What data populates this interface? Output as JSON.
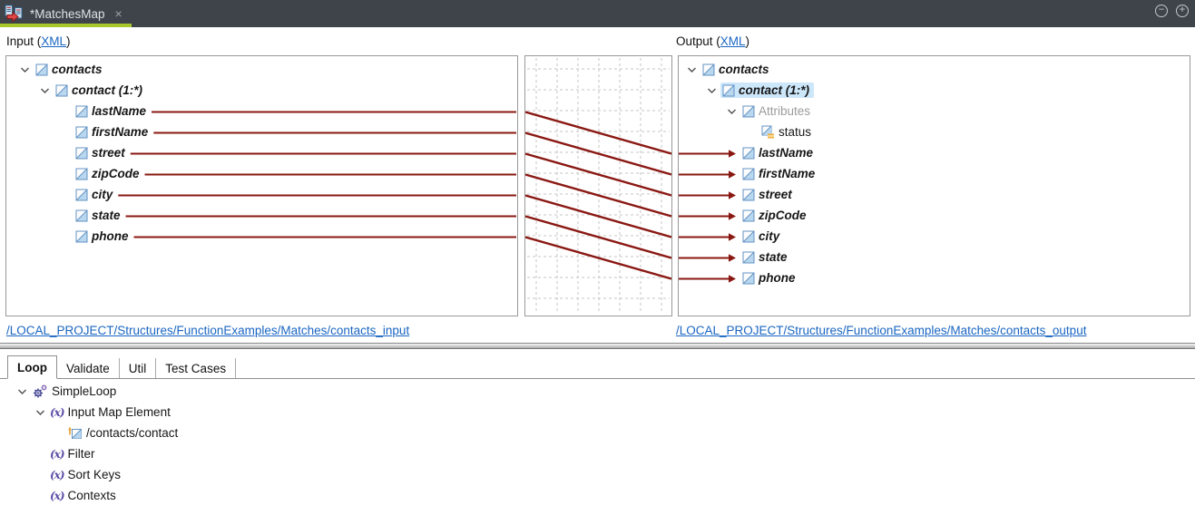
{
  "tab_bar": {
    "title": "*MatchesMap",
    "close_label": "×",
    "collapse_icon": "−",
    "expand_icon": "+"
  },
  "header": {
    "input_prefix": "Input (",
    "input_link": "XML",
    "input_suffix": ")",
    "output_prefix": "Output (",
    "output_link": "XML",
    "output_suffix": ")"
  },
  "input_tree": [
    {
      "label": "contacts",
      "level": 0,
      "type": "element",
      "expanded": true,
      "bold": true
    },
    {
      "label": "contact (1:*)",
      "level": 1,
      "type": "element",
      "expanded": true,
      "bold": true
    },
    {
      "label": "lastName",
      "level": 2,
      "type": "element",
      "bold": true,
      "field": "lastName"
    },
    {
      "label": "firstName",
      "level": 2,
      "type": "element",
      "bold": true,
      "field": "firstName"
    },
    {
      "label": "street",
      "level": 2,
      "type": "element",
      "bold": true,
      "field": "street"
    },
    {
      "label": "zipCode",
      "level": 2,
      "type": "element",
      "bold": true,
      "field": "zipCode"
    },
    {
      "label": "city",
      "level": 2,
      "type": "element",
      "bold": true,
      "field": "city"
    },
    {
      "label": "state",
      "level": 2,
      "type": "element",
      "bold": true,
      "field": "state"
    },
    {
      "label": "phone",
      "level": 2,
      "type": "element",
      "bold": true,
      "field": "phone"
    }
  ],
  "output_tree": [
    {
      "label": "contacts",
      "level": 0,
      "type": "element",
      "expanded": true,
      "bold": true
    },
    {
      "label": "contact (1:*)",
      "level": 1,
      "type": "element",
      "expanded": true,
      "bold": true,
      "selected": true
    },
    {
      "label": "Attributes",
      "level": 2,
      "type": "element",
      "expanded": true,
      "gray": true
    },
    {
      "label": "status",
      "level": 3,
      "type": "attribute"
    },
    {
      "label": "lastName",
      "level": 2,
      "type": "element",
      "bold": true,
      "field": "lastName"
    },
    {
      "label": "firstName",
      "level": 2,
      "type": "element",
      "bold": true,
      "field": "firstName"
    },
    {
      "label": "street",
      "level": 2,
      "type": "element",
      "bold": true,
      "field": "street"
    },
    {
      "label": "zipCode",
      "level": 2,
      "type": "element",
      "bold": true,
      "field": "zipCode"
    },
    {
      "label": "city",
      "level": 2,
      "type": "element",
      "bold": true,
      "field": "city"
    },
    {
      "label": "state",
      "level": 2,
      "type": "element",
      "bold": true,
      "field": "state"
    },
    {
      "label": "phone",
      "level": 2,
      "type": "element",
      "bold": true,
      "field": "phone"
    }
  ],
  "mappings": [
    {
      "from": "lastName",
      "to": "lastName"
    },
    {
      "from": "firstName",
      "to": "firstName"
    },
    {
      "from": "street",
      "to": "street"
    },
    {
      "from": "zipCode",
      "to": "zipCode"
    },
    {
      "from": "city",
      "to": "city"
    },
    {
      "from": "state",
      "to": "state"
    },
    {
      "from": "phone",
      "to": "phone"
    }
  ],
  "source_links": {
    "input": "/LOCAL_PROJECT/Structures/FunctionExamples/Matches/contacts_input",
    "output": "/LOCAL_PROJECT/Structures/FunctionExamples/Matches/contacts_output"
  },
  "bottom_tabs": [
    {
      "label": "Loop",
      "active": true
    },
    {
      "label": "Validate",
      "active": false
    },
    {
      "label": "Util",
      "active": false
    },
    {
      "label": "Test Cases",
      "active": false
    }
  ],
  "loop_tree": [
    {
      "label": "SimpleLoop",
      "level": 0,
      "type": "loop",
      "expanded": true
    },
    {
      "label": "Input Map Element",
      "level": 1,
      "type": "func",
      "expanded": true
    },
    {
      "label": "/contacts/contact",
      "level": 2,
      "type": "element-mapped"
    },
    {
      "label": "Filter",
      "level": 1,
      "type": "func"
    },
    {
      "label": "Sort Keys",
      "level": 1,
      "type": "func"
    },
    {
      "label": "Contexts",
      "level": 1,
      "type": "func"
    }
  ],
  "colors": {
    "tab_bar_bg": "#3e444a",
    "tab_accent": "#a9c82c",
    "mapping_line": "#8a1812",
    "link": "#1a66c2",
    "selection": "#cde7fa",
    "grid": "#c6c6c6"
  }
}
